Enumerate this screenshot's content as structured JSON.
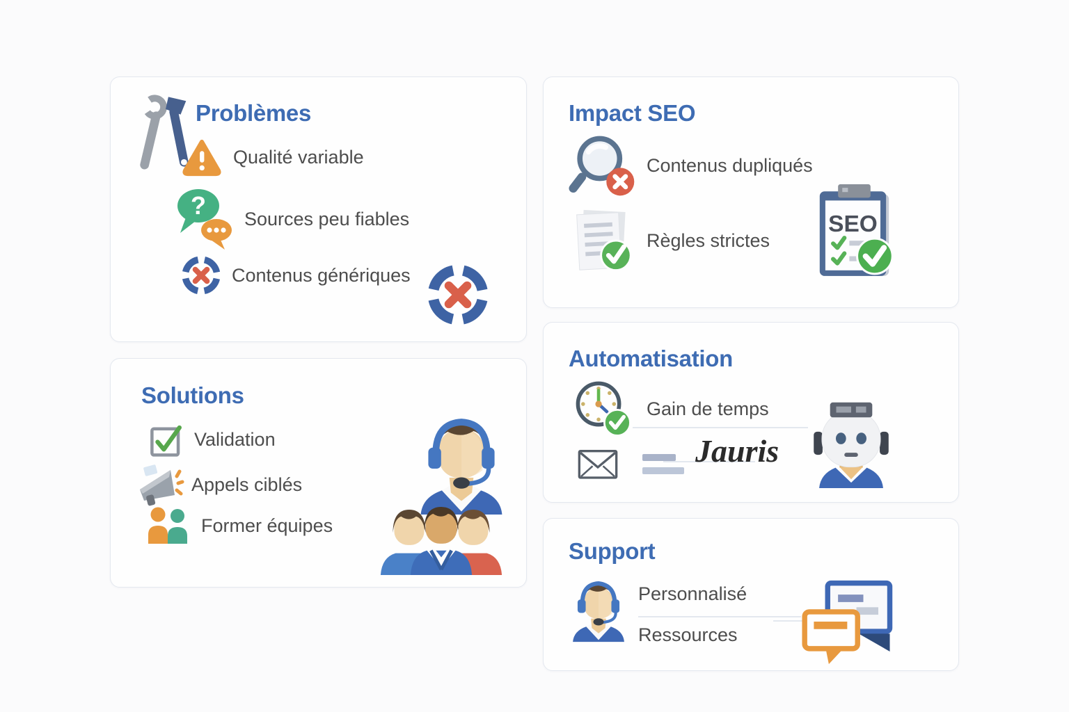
{
  "page": {
    "background": "#fbfbfc",
    "card_background": "#fefefe",
    "card_border": "#e4e8ef"
  },
  "colors": {
    "title_blue": "#3e6cb3",
    "text_dark": "#4d4d4d",
    "orange": "#e8993e",
    "green": "#57b257",
    "teal": "#45b183",
    "red": "#d9604a",
    "navy_blue": "#3e63a4",
    "steel_blue": "#5b7490",
    "brand_dark": "#2b2b2b"
  },
  "icons": [
    "wrench-tools-icon",
    "warning-triangle-icon",
    "question-bubbles-icon",
    "error-lifebuoy-icon",
    "search-error-icon",
    "document-check-icon",
    "seo-clipboard-icon",
    "clock-check-icon",
    "envelope-icon",
    "robot-icon",
    "checkbox-check-icon",
    "megaphone-icon",
    "team-pair-icon",
    "support-agent-icon",
    "team-group-icon",
    "monitor-chat-icon"
  ],
  "cards": {
    "problemes": {
      "title": "Problèmes",
      "items": [
        {
          "label": "Qualité variable",
          "icon": "warning-triangle-icon"
        },
        {
          "label": "Sources peu fiables",
          "icon": "question-bubbles-icon"
        },
        {
          "label": "Contenus génériques",
          "icon": "error-lifebuoy-icon"
        }
      ]
    },
    "impact_seo": {
      "title": "Impact SEO",
      "clipboard_label": "SEO",
      "items": [
        {
          "label": "Contenus dupliqués",
          "icon": "search-error-icon"
        },
        {
          "label": "Règles strictes",
          "icon": "document-check-icon"
        }
      ]
    },
    "automatisation": {
      "title": "Automatisation",
      "brand": "Jauris",
      "items": [
        {
          "label": "Gain de temps",
          "icon": "clock-check-icon"
        }
      ]
    },
    "solutions": {
      "title": "Solutions",
      "items": [
        {
          "label": "Validation",
          "icon": "checkbox-check-icon"
        },
        {
          "label": "Appels ciblés",
          "icon": "megaphone-icon"
        },
        {
          "label": "Former équipes",
          "icon": "team-pair-icon"
        }
      ]
    },
    "support": {
      "title": "Support",
      "items": [
        {
          "label": "Personnalisé"
        },
        {
          "label": "Ressources"
        }
      ]
    }
  }
}
